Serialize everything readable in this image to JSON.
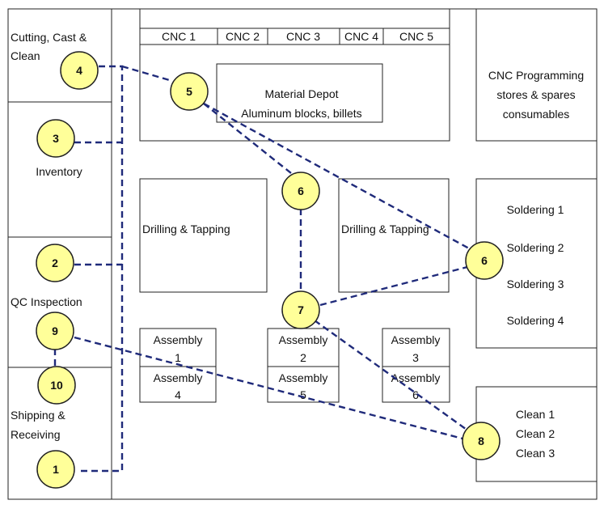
{
  "diagram": {
    "colors": {
      "line": "#1f2a7a",
      "node_fill": "#ffff99",
      "node_stroke": "#222222",
      "wall": "#222222"
    },
    "areas": {
      "cutting": [
        "Cutting, Cast &",
        "Clean"
      ],
      "inventory": [
        "Inventory"
      ],
      "qc": [
        "QC Inspection"
      ],
      "shipping": [
        "Shipping &",
        "Receiving"
      ],
      "cnc_stations": [
        "CNC 1",
        "CNC 2",
        "CNC 3",
        "CNC 4",
        "CNC 5"
      ],
      "material_depot": [
        "Material Depot",
        "Aluminum blocks, billets"
      ],
      "cnc_programming": [
        "CNC Programming",
        "stores & spares",
        "consumables"
      ],
      "drilling_left": [
        "Drilling & Tapping"
      ],
      "drilling_right": [
        "Drilling & Tapping"
      ],
      "soldering": [
        "Soldering 1",
        "Soldering 2",
        "Soldering 3",
        "Soldering 4"
      ],
      "assembly": [
        [
          "Assembly",
          "1"
        ],
        [
          "Assembly",
          "2"
        ],
        [
          "Assembly",
          "3"
        ],
        [
          "Assembly",
          "4"
        ],
        [
          "Assembly",
          "5"
        ],
        [
          "Assembly",
          "6"
        ]
      ],
      "clean": [
        "Clean 1",
        "Clean 2",
        "Clean 3"
      ]
    },
    "nodes": {
      "n4": "4",
      "n3": "3",
      "n2": "2",
      "n9": "9",
      "n10": "10",
      "n1": "1",
      "n5": "5",
      "n6a": "6",
      "n7": "7",
      "n6b": "6",
      "n8": "8"
    }
  }
}
